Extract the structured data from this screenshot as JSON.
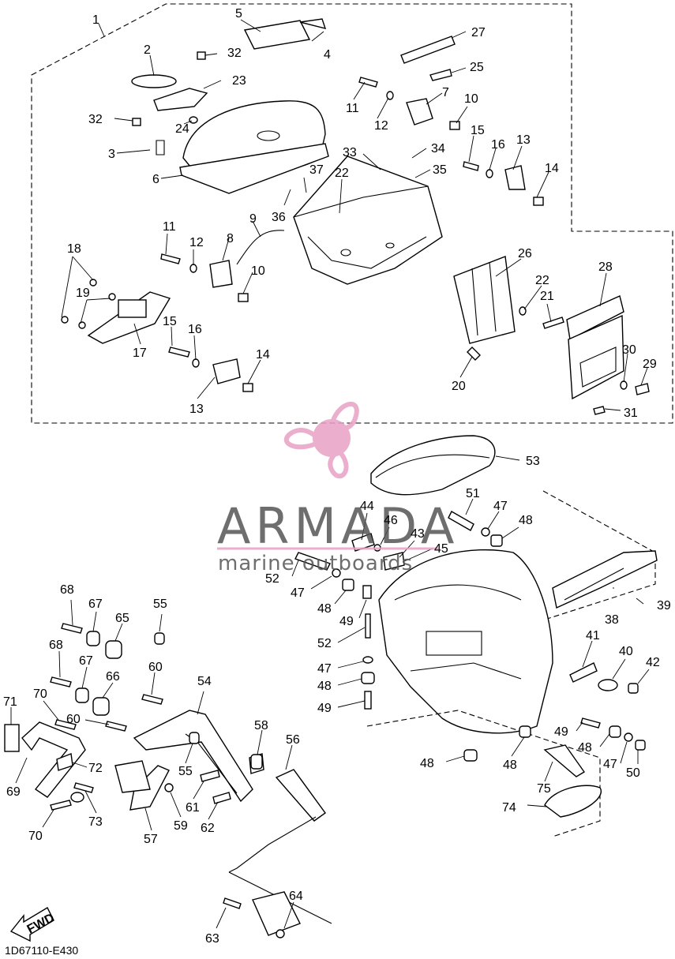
{
  "diagram": {
    "drawing_code": "1D67110-E430",
    "direction_label": "FWD",
    "watermark": {
      "brand": "ARMADA",
      "tagline": "marine outboards"
    },
    "callouts": [
      "1",
      "2",
      "3",
      "4",
      "5",
      "6",
      "7",
      "8",
      "9",
      "10",
      "11",
      "12",
      "13",
      "14",
      "15",
      "16",
      "17",
      "18",
      "19",
      "20",
      "21",
      "22",
      "23",
      "24",
      "25",
      "26",
      "27",
      "28",
      "29",
      "30",
      "31",
      "32",
      "33",
      "34",
      "35",
      "36",
      "37",
      "38",
      "39",
      "40",
      "41",
      "42",
      "43",
      "44",
      "45",
      "46",
      "47",
      "48",
      "49",
      "50",
      "51",
      "52",
      "53",
      "54",
      "55",
      "56",
      "57",
      "58",
      "59",
      "60",
      "61",
      "62",
      "63",
      "64",
      "65",
      "66",
      "67",
      "68",
      "69",
      "70",
      "71",
      "72",
      "73",
      "74",
      "75"
    ],
    "colors": {
      "line": "#000000",
      "watermark_pink": "#e8a0c4",
      "watermark_gray": "#666666"
    }
  }
}
